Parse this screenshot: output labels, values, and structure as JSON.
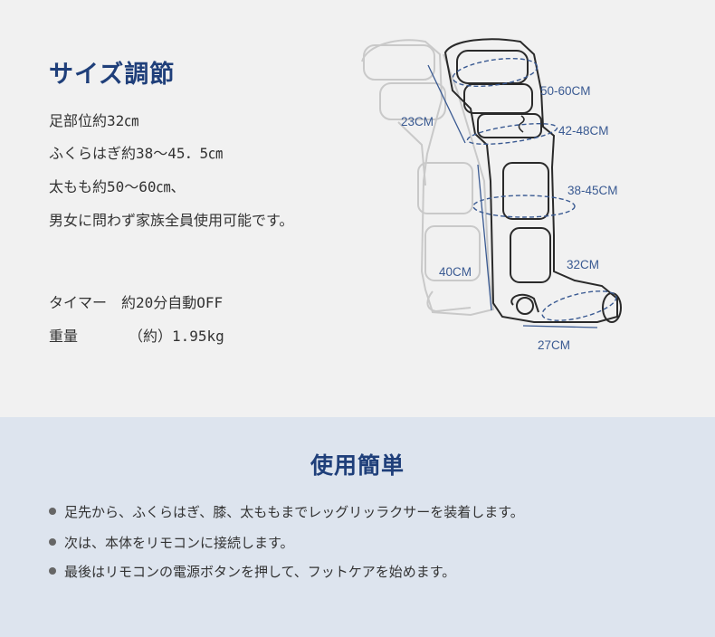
{
  "size_section": {
    "title": "サイズ調節",
    "lines": [
      "足部位約32㎝",
      "ふくらはぎ約38～45．5㎝",
      "太もも約50～60㎝、",
      "男女に問わず家族全員使用可能です。"
    ],
    "timer": "タイマー　約20分自動OFF",
    "weight": "重量　　　　（約）1.95kg"
  },
  "diagram": {
    "labels": {
      "thigh_circ": "50-60CM",
      "height_23": "23CM",
      "knee_circ": "42-48CM",
      "calf_circ": "38-45CM",
      "height_40": "40CM",
      "foot_circ": "32CM",
      "foot_len": "27CM"
    },
    "colors": {
      "accent": "#3a5a92",
      "outline": "#2a2a2a",
      "ghost": "#c8c8c8"
    }
  },
  "usage_section": {
    "title": "使用簡単",
    "items": [
      "足先から、ふくらはぎ、膝、太ももまでレッグリッラクサーを装着します。",
      "次は、本体をリモコンに接続します。",
      "最後はリモコンの電源ボタンを押して、フットケアを始めます。"
    ]
  }
}
